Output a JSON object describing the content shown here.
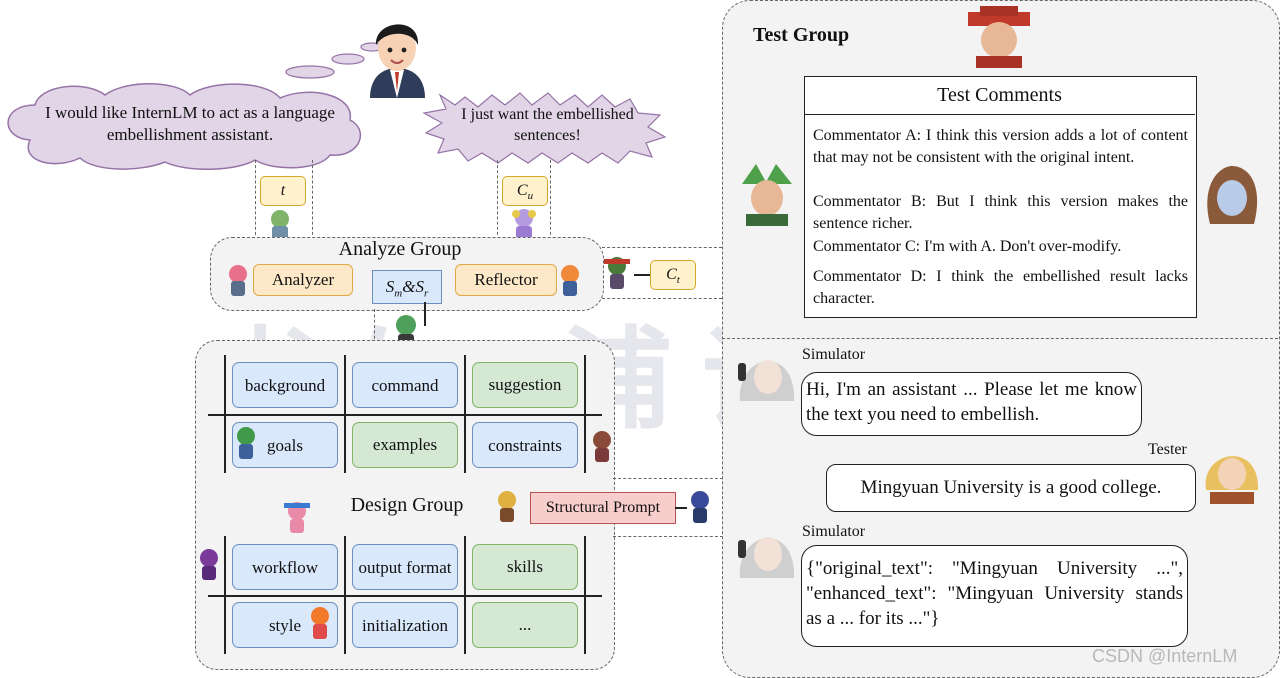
{
  "user_speech": "I would like InternLM to act as a language embellishment assistant.",
  "user_speech_2": "I just want the embellished sentences!",
  "symbols": {
    "t": "t",
    "cu": "C",
    "cu_sub": "u",
    "ct": "C",
    "ct_sub": "t",
    "sm_sr": "S",
    "sm_sub": "m",
    "sr_mid": "&S",
    "sr_sub": "r"
  },
  "analyze_group": {
    "title": "Analyze Group",
    "analyzer": "Analyzer",
    "reflector": "Reflector"
  },
  "design_group": {
    "title": "Design Group",
    "structural_prompt": "Structural Prompt",
    "grid_top": [
      "background",
      "command",
      "suggestion",
      "goals",
      "examples",
      "constraints"
    ],
    "grid_bottom": [
      "workflow",
      "output format",
      "skills",
      "style",
      "initialization",
      "..."
    ]
  },
  "test_group": {
    "title": "Test Group",
    "comments_title": "Test Comments",
    "comments": [
      "Commentator A: I think this version adds a lot of content that may not be consistent with the original intent.",
      "Commentator B: But I think this version makes the sentence richer.",
      "Commentator C: I'm with A. Don't over-modify.",
      "Commentator D: I think the embellished result lacks character."
    ]
  },
  "chat": {
    "simulator_label": "Simulator",
    "tester_label": "Tester",
    "simulator_msg_1": "Hi, I'm an assistant ... Please let me know the text you need to embellish.",
    "tester_msg": "Mingyuan University is a good college.",
    "simulator_msg_2": "{\"original_text\": \"Mingyuan University ...\", \"enhanced_text\": \"Mingyuan University stands as a ... for its ...\"}"
  },
  "watermark_text": "书生·浦语",
  "credit": "CSDN @InternLM"
}
